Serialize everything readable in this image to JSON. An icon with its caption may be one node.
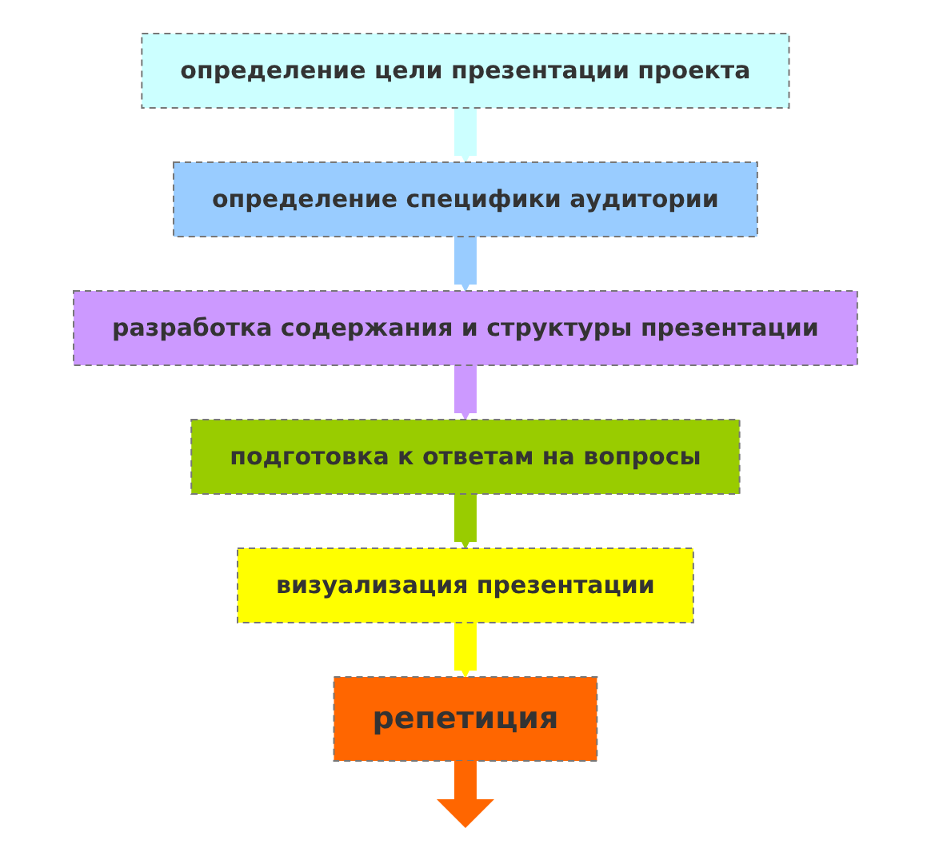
{
  "diagram": {
    "nodes": [
      {
        "text": [
          "определение цели презентации проекта"
        ]
      },
      {
        "text": [
          "определение специфики аудитории"
        ]
      },
      {
        "text": [
          "разработка содержания и структуры презентации"
        ]
      },
      {
        "text": [
          "подготовка к ответам на вопросы"
        ]
      },
      {
        "text": [
          "визуализация презентации"
        ]
      },
      {
        "text": [
          "репетиция"
        ]
      }
    ],
    "edges": [
      {
        "from": 0,
        "to": 1,
        "arrow": "to",
        "color": "#ccffff"
      },
      {
        "from": 1,
        "to": 2,
        "arrow": "to",
        "color": "#99ccff"
      },
      {
        "from": 2,
        "to": 3,
        "arrow": "to",
        "color": "#cc99ff"
      },
      {
        "from": 3,
        "to": 4,
        "arrow": "to",
        "color": "#99cc00"
      },
      {
        "from": 4,
        "to": 5,
        "arrow": "to",
        "color": "#ffff00"
      },
      {
        "from": 5,
        "to": null,
        "arrow": "to",
        "color": "#ff6600"
      }
    ]
  }
}
